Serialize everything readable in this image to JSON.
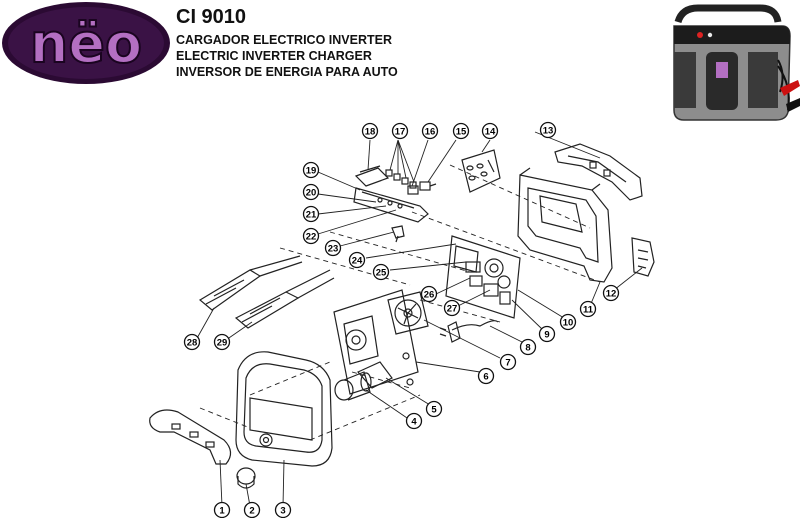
{
  "logo": {
    "text": "nëo"
  },
  "header": {
    "model": "CI 9010",
    "lines": [
      "CARGADOR ELECTRICO INVERTER",
      "ELECTRIC INVERTER CHARGER",
      "INVERSOR DE ENERGIA PARA AUTO"
    ]
  },
  "callouts": [
    "1",
    "2",
    "3",
    "4",
    "5",
    "6",
    "7",
    "8",
    "9",
    "10",
    "11",
    "12",
    "13",
    "14",
    "15",
    "16",
    "17",
    "18",
    "19",
    "20",
    "21",
    "22",
    "23",
    "24",
    "25",
    "26",
    "27",
    "28",
    "29"
  ],
  "colors": {
    "logo_fill": "#b36fc2",
    "logo_outline": "#2b0a33",
    "line": "#222222"
  }
}
